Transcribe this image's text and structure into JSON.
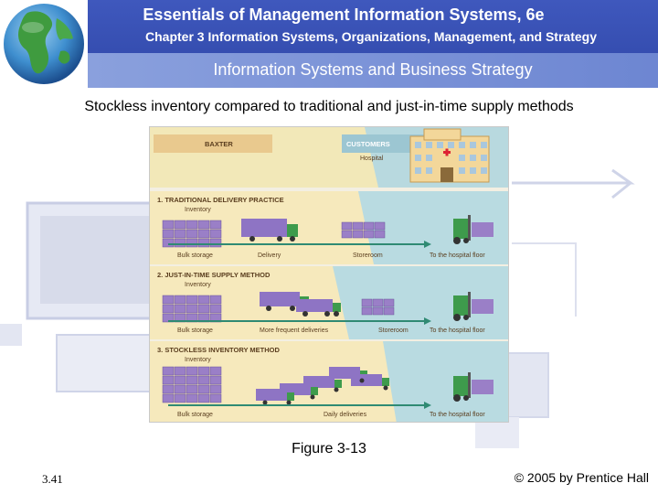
{
  "header": {
    "title": "Essentials of Management Information Systems, 6e",
    "chapter": "Chapter 3 Information Systems, Organizations, Management, and Strategy",
    "section": "Information Systems and Business Strategy"
  },
  "slide": {
    "caption": "Stockless inventory compared to traditional and just-in-time supply methods",
    "figure_caption": "Figure 3-13",
    "number": "3.41",
    "copyright": "© 2005 by Prentice Hall"
  },
  "figure": {
    "top_left": "BAXTER",
    "top_right": "CUSTOMERS",
    "top_right_sub": "Hospital",
    "sections": [
      {
        "title": "1. TRADITIONAL DELIVERY PRACTICE",
        "inventory": "Inventory",
        "labels": [
          "Bulk storage",
          "Delivery",
          "Storeroom",
          "To the hospital floor"
        ]
      },
      {
        "title": "2. JUST-IN-TIME SUPPLY METHOD",
        "inventory": "Inventory",
        "labels": [
          "Bulk storage",
          "More frequent deliveries",
          "Storeroom",
          "To the hospital floor"
        ]
      },
      {
        "title": "3. STOCKLESS INVENTORY METHOD",
        "inventory": "Inventory",
        "labels": [
          "Bulk storage",
          "Daily deliveries",
          "To the hospital floor"
        ]
      }
    ]
  }
}
